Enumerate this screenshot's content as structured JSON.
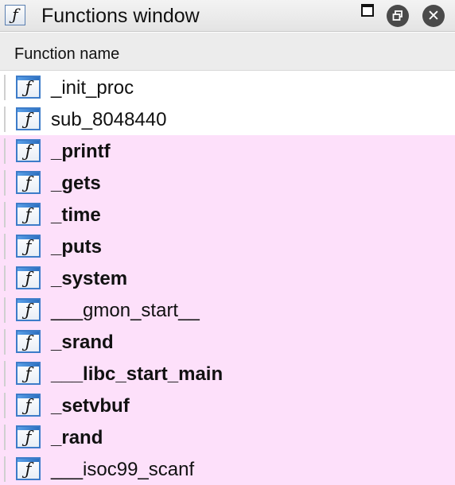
{
  "window": {
    "title": "Functions window",
    "icon_glyph": "ƒ",
    "buttons": {
      "maximize_icon": "maximize-icon",
      "restore_icon": "restore-icon",
      "close_icon": "close-icon",
      "close_glyph": "✕"
    }
  },
  "table": {
    "column_header": "Function name",
    "function_icon_glyph": "ƒ",
    "colors": {
      "library_highlight": "#fde0fa",
      "normal": "#ffffff"
    },
    "rows": [
      {
        "name": "_init_proc",
        "bold": false,
        "highlighted": false
      },
      {
        "name": "sub_8048440",
        "bold": false,
        "highlighted": false
      },
      {
        "name": "_printf",
        "bold": true,
        "highlighted": true
      },
      {
        "name": "_gets",
        "bold": true,
        "highlighted": true
      },
      {
        "name": "_time",
        "bold": true,
        "highlighted": true
      },
      {
        "name": "_puts",
        "bold": true,
        "highlighted": true
      },
      {
        "name": "_system",
        "bold": true,
        "highlighted": true
      },
      {
        "name": "___gmon_start__",
        "bold": false,
        "highlighted": true
      },
      {
        "name": "_srand",
        "bold": true,
        "highlighted": true
      },
      {
        "name": "___libc_start_main",
        "bold": true,
        "highlighted": true
      },
      {
        "name": "_setvbuf",
        "bold": true,
        "highlighted": true
      },
      {
        "name": "_rand",
        "bold": true,
        "highlighted": true
      },
      {
        "name": "___isoc99_scanf",
        "bold": false,
        "highlighted": true
      }
    ]
  }
}
